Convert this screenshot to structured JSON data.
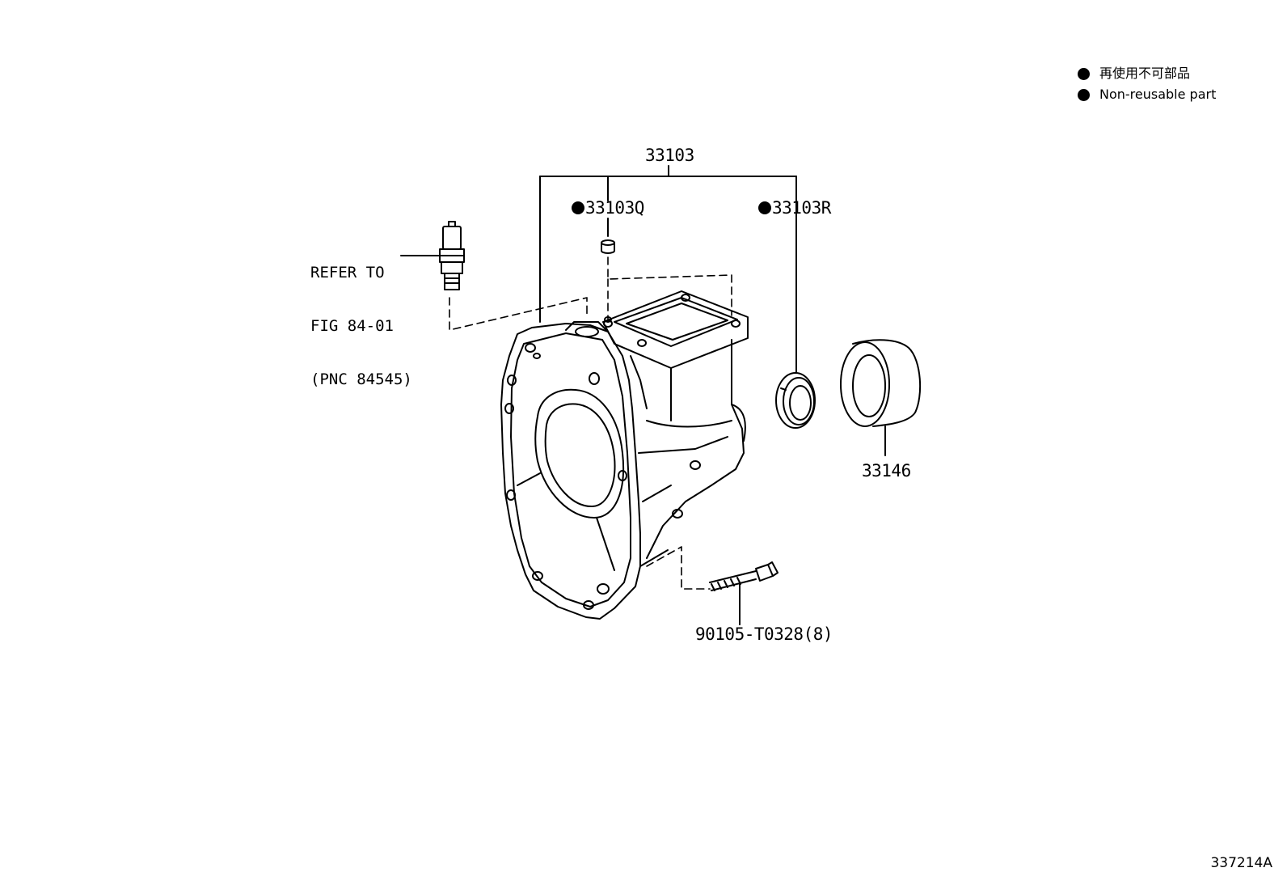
{
  "legend": {
    "items": [
      {
        "text": "再使用不可部品"
      },
      {
        "text": "Non-reusable part"
      }
    ]
  },
  "refer_note": {
    "line1": "REFER TO",
    "line2": "FIG 84-01",
    "line3": "(PNC 84545)"
  },
  "parts": {
    "case": "33103",
    "plug": "33103Q",
    "seal": "33103R",
    "sleeve": "33146",
    "bolt": "90105-T0328(8)"
  },
  "figure_id": "337214A"
}
